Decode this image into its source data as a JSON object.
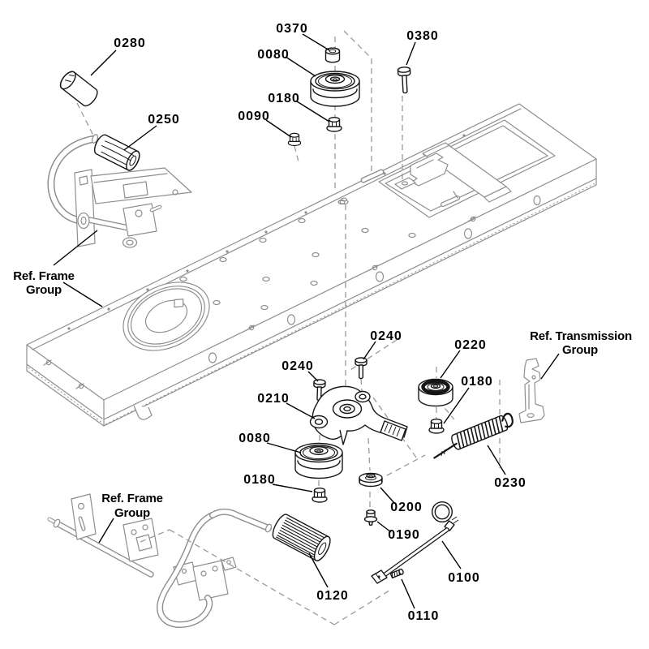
{
  "diagram": {
    "type": "exploded-parts-diagram",
    "background": "#ffffff",
    "colors": {
      "part_line": "#161616",
      "reference_line": "#8e8e8e",
      "dashed_line": "#9a9a9a",
      "label_text": "#000000"
    },
    "callouts": [
      {
        "part": "knob",
        "text": "0280"
      },
      {
        "part": "lever-grip",
        "text": "0250"
      },
      {
        "part": "spacer",
        "text": "0370"
      },
      {
        "part": "idler-pulley-top",
        "text": "0080"
      },
      {
        "part": "flange-nut-top",
        "text": "0180"
      },
      {
        "part": "flange-nut-small",
        "text": "0090"
      },
      {
        "part": "shoulder-bolt",
        "text": "0380"
      },
      {
        "part": "carriage-bolt-right",
        "text": "0240"
      },
      {
        "part": "carriage-bolt-left",
        "text": "0240"
      },
      {
        "part": "idler-arm",
        "text": "0210"
      },
      {
        "part": "idler-pulley-bottom",
        "text": "0080"
      },
      {
        "part": "flange-nut-bottom-left",
        "text": "0180"
      },
      {
        "part": "flat-idler-pulley",
        "text": "0220"
      },
      {
        "part": "flange-nut-bottom-right",
        "text": "0180"
      },
      {
        "part": "extension-spring",
        "text": "0230"
      },
      {
        "part": "cup-washer",
        "text": "0200"
      },
      {
        "part": "shoulder-screw",
        "text": "0190"
      },
      {
        "part": "control-rod",
        "text": "0100"
      },
      {
        "part": "cotter-pin",
        "text": "0110"
      },
      {
        "part": "pedal-grip",
        "text": "0120"
      }
    ],
    "ref_labels": [
      {
        "name": "frame-group-top",
        "line1": "Ref. Frame",
        "line2": "Group"
      },
      {
        "name": "transmission-group",
        "line1": "Ref. Transmission",
        "line2": "Group"
      },
      {
        "name": "frame-group-bottom",
        "line1": "Ref. Frame",
        "line2": "Group"
      }
    ]
  }
}
